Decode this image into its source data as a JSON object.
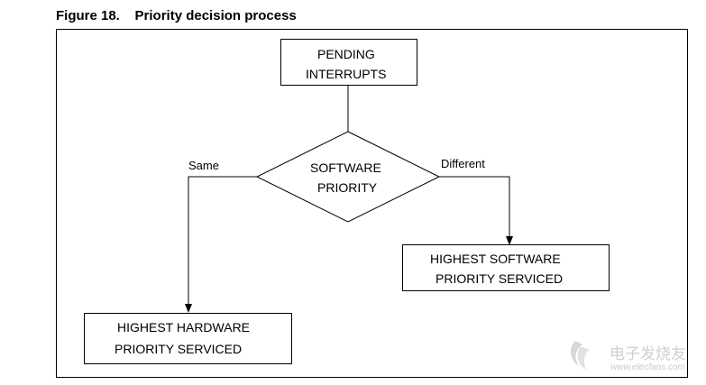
{
  "figure": {
    "title": "Figure 18.    Priority decision process"
  },
  "nodes": {
    "pending": {
      "line1": "PENDING",
      "line2": "INTERRUPTS"
    },
    "decision": {
      "line1": "SOFTWARE",
      "line2": "PRIORITY"
    },
    "hardware": {
      "line1": "HIGHEST HARDWARE",
      "line2": "PRIORITY SERVICED"
    },
    "software": {
      "line1": "HIGHEST SOFTWARE",
      "line2": "PRIORITY SERVICED"
    }
  },
  "edges": {
    "same_label": "Same",
    "different_label": "Different"
  },
  "watermark": {
    "url": "www.elecfans.com"
  }
}
